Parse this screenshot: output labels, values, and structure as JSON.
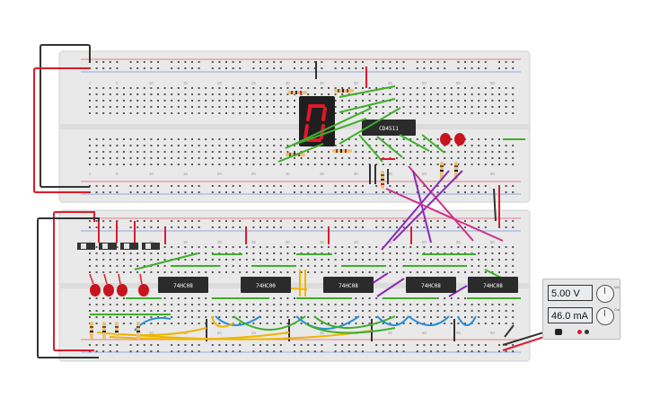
{
  "upper_board": {
    "column_numbers": [
      "1",
      "5",
      "10",
      "15",
      "20",
      "25",
      "30",
      "35",
      "40",
      "45",
      "50",
      "55",
      "60"
    ],
    "row_letters_top": [
      "A",
      "B",
      "C",
      "D",
      "E"
    ],
    "row_letters_bottom": [
      "F",
      "G",
      "H",
      "I",
      "J"
    ]
  },
  "lower_board": {
    "column_numbers": [
      "1",
      "5",
      "10",
      "15",
      "20",
      "25",
      "30",
      "35",
      "40",
      "45",
      "50",
      "55",
      "60"
    ]
  },
  "decoder_chip": {
    "label": "CD4511"
  },
  "seven_segment": {
    "digit": "0",
    "color": "#e0192b"
  },
  "logic_chips": [
    {
      "label": "74HC08"
    },
    {
      "label": "74HC00"
    },
    {
      "label": "74HC08"
    },
    {
      "label": "74HC08"
    },
    {
      "label": "74HC08"
    }
  ],
  "power_supply": {
    "voltage": "5.00 V",
    "current": "46.0 mA",
    "voltage_knob_label": "Vol",
    "current_knob_label": "Cur"
  },
  "colors": {
    "wire_red": "#e0192b",
    "wire_black": "#333333",
    "wire_green": "#3fae2a",
    "wire_purple": "#8a2bb5",
    "wire_magenta": "#d0308a",
    "wire_blue": "#2a8fd6",
    "wire_yellow": "#f0b400",
    "board": "#e9e9e9",
    "chip": "#2b2b2b",
    "led_red": "#c8141e"
  }
}
